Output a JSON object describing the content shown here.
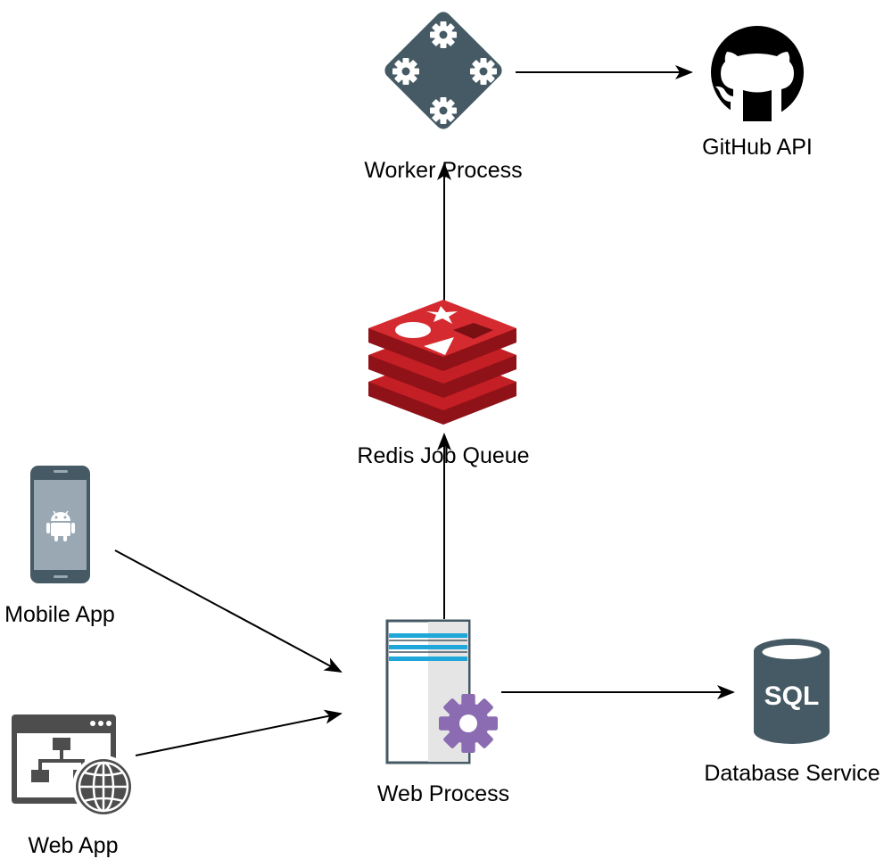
{
  "nodes": {
    "worker": {
      "label": "Worker Process",
      "icon": "gear-diamond-icon"
    },
    "github": {
      "label": "GitHub API",
      "icon": "github-octocat-icon"
    },
    "redis": {
      "label": "Redis Job Queue",
      "icon": "redis-logo-icon"
    },
    "mobile": {
      "label": "Mobile App",
      "icon": "android-phone-icon"
    },
    "webapp": {
      "label": "Web App",
      "icon": "web-sitemap-globe-icon"
    },
    "web": {
      "label": "Web Process",
      "icon": "server-gear-icon"
    },
    "database": {
      "label": "Database Service",
      "icon": "sql-database-icon",
      "icon_text": "SQL"
    }
  },
  "edges": [
    {
      "from": "worker",
      "to": "github"
    },
    {
      "from": "redis",
      "to": "worker"
    },
    {
      "from": "web",
      "to": "redis"
    },
    {
      "from": "mobile",
      "to": "web"
    },
    {
      "from": "webapp",
      "to": "web"
    },
    {
      "from": "web",
      "to": "database"
    }
  ],
  "colors": {
    "slate": "#455a64",
    "redis_red": "#c41f24",
    "redis_dark": "#8f1218",
    "phone_screen": "#9aa8b4",
    "server_blue": "#1ea7d8",
    "gear_purple": "#8b6bb1",
    "edge": "#000000"
  }
}
